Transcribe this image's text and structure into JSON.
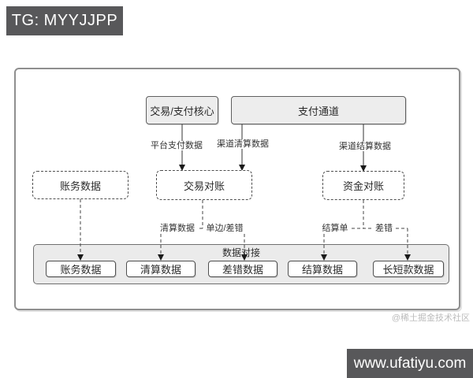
{
  "badges": {
    "top_left": "TG: MYYJJPP",
    "bottom_right": "www.ufatiyu.com"
  },
  "watermark": "@稀土掘金技术社区",
  "colors": {
    "badge_bg": "#58585a",
    "node_fill": "#ededed",
    "group_fill": "#ebebeb",
    "line": "#333333",
    "watermark": "#bcbcbc"
  },
  "diagram": {
    "top_nodes": [
      {
        "id": "payment-core",
        "label": "交易/支付核心"
      },
      {
        "id": "payment-channel",
        "label": "支付通道"
      }
    ],
    "mid_nodes": [
      {
        "id": "account-data",
        "label": "账务数据"
      },
      {
        "id": "trade-recon",
        "label": "交易对账"
      },
      {
        "id": "fund-recon",
        "label": "资金对账"
      }
    ],
    "flow_labels": [
      {
        "id": "platform-payment-data",
        "text": "平台支付数据"
      },
      {
        "id": "channel-clearing-data",
        "text": "渠道清算数据"
      },
      {
        "id": "channel-settlement-data",
        "text": "渠道结算数据"
      }
    ],
    "branch_labels": [
      {
        "id": "clearing-data",
        "text": "清算数据"
      },
      {
        "id": "unilateral-error",
        "text": "单边/差错"
      },
      {
        "id": "settlement-slip",
        "text": "结算单"
      },
      {
        "id": "error",
        "text": "差错"
      }
    ],
    "bottom_group": {
      "title": "数据对接",
      "nodes": [
        {
          "id": "account-data",
          "label": "账务数据"
        },
        {
          "id": "clearing-data",
          "label": "清算数据"
        },
        {
          "id": "error-data",
          "label": "差错数据"
        },
        {
          "id": "settlement-data",
          "label": "结算数据"
        },
        {
          "id": "long-short-data",
          "label": "长短款数据"
        }
      ]
    }
  }
}
